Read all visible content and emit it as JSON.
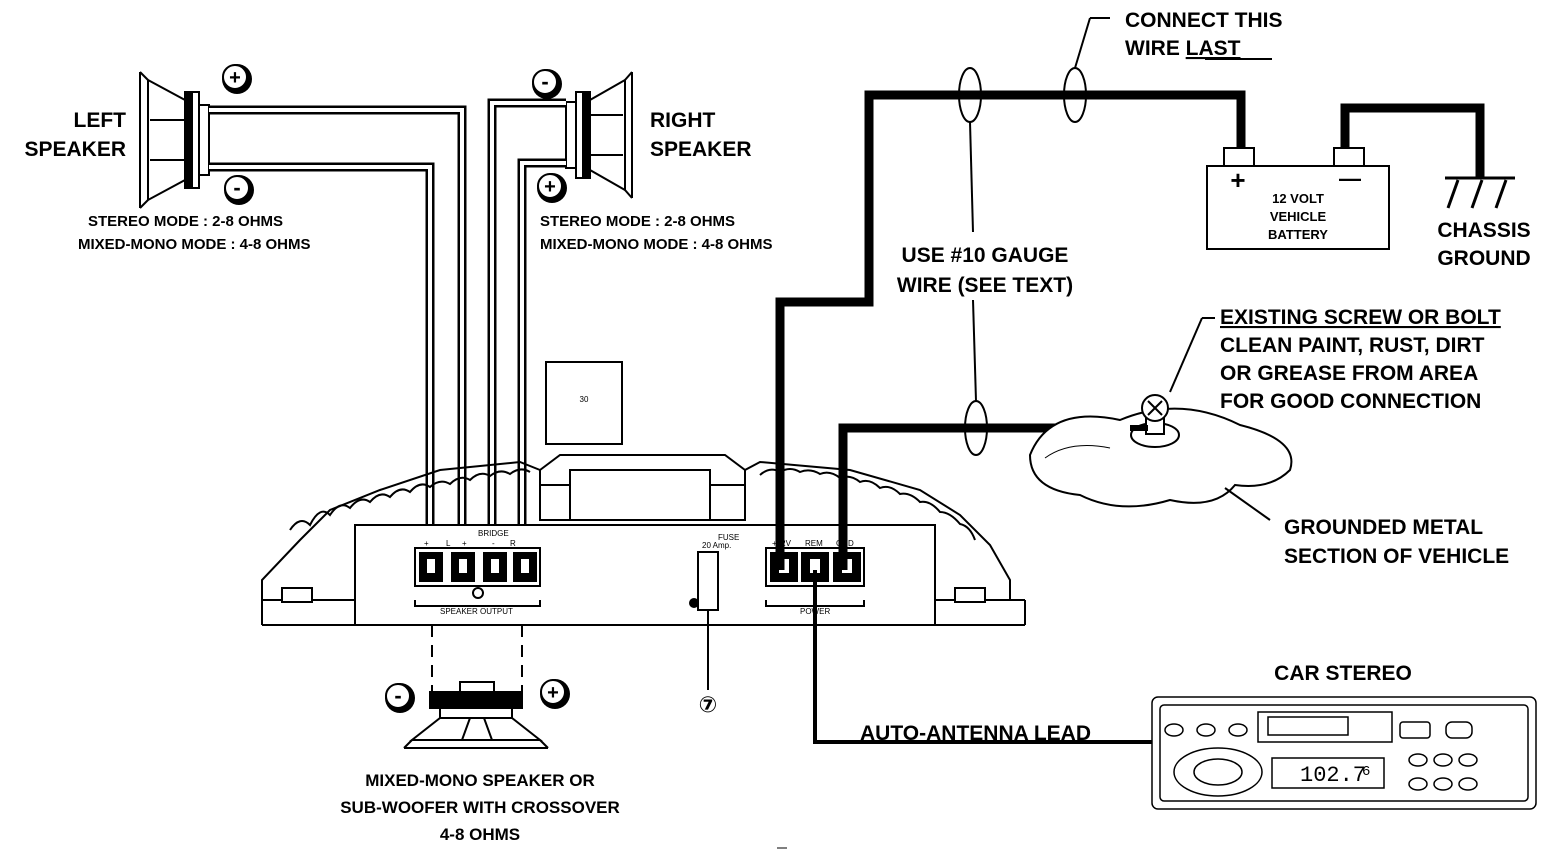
{
  "labels": {
    "left_speaker": [
      "LEFT",
      "SPEAKER"
    ],
    "right_speaker": [
      "RIGHT",
      "SPEAKER"
    ],
    "left_ohms": [
      "STEREO MODE : 2-8 OHMS",
      "MIXED-MONO MODE : 4-8 OHMS"
    ],
    "right_ohms": [
      "STEREO MODE : 2-8 OHMS",
      "MIXED-MONO MODE : 4-8 OHMS"
    ],
    "connect_last": [
      "CONNECT THIS",
      "WIRE ",
      "LAST"
    ],
    "battery": [
      "12 VOLT",
      "VEHICLE",
      "BATTERY"
    ],
    "chassis": [
      "CHASSIS",
      "GROUND"
    ],
    "gauge": [
      "USE #10 GAUGE",
      "WIRE (SEE TEXT)"
    ],
    "screw": [
      "EXISTING SCREW OR BOLT",
      "CLEAN PAINT, RUST, DIRT",
      "OR GREASE FROM  AREA",
      "FOR GOOD CONNECTION"
    ],
    "grounded": [
      "GROUNDED METAL",
      "SECTION OF VEHICLE"
    ],
    "car_stereo": "CAR  STEREO",
    "antenna": "AUTO-ANTENNA LEAD",
    "sub": [
      "MIXED-MONO SPEAKER OR",
      "SUB-WOOFER WITH CROSSOVER",
      "4-8 OHMS"
    ],
    "fuse": [
      "FUSE",
      "20 Amp."
    ],
    "fuse_callout": "⑦",
    "bridge": "BRIDGE",
    "speaker_output": "SPEAKER OUTPUT",
    "power": "POWER",
    "power_terms": [
      "+12V",
      "REM",
      "GND"
    ],
    "spk_terms": [
      "+",
      "L",
      "+",
      "-",
      "R"
    ],
    "box_label": "30",
    "stereo_display": "102.7",
    "stereo_display_suffix": "6",
    "plus": "+",
    "minus": "-",
    "battery_plus": "+",
    "battery_minus": "—"
  }
}
